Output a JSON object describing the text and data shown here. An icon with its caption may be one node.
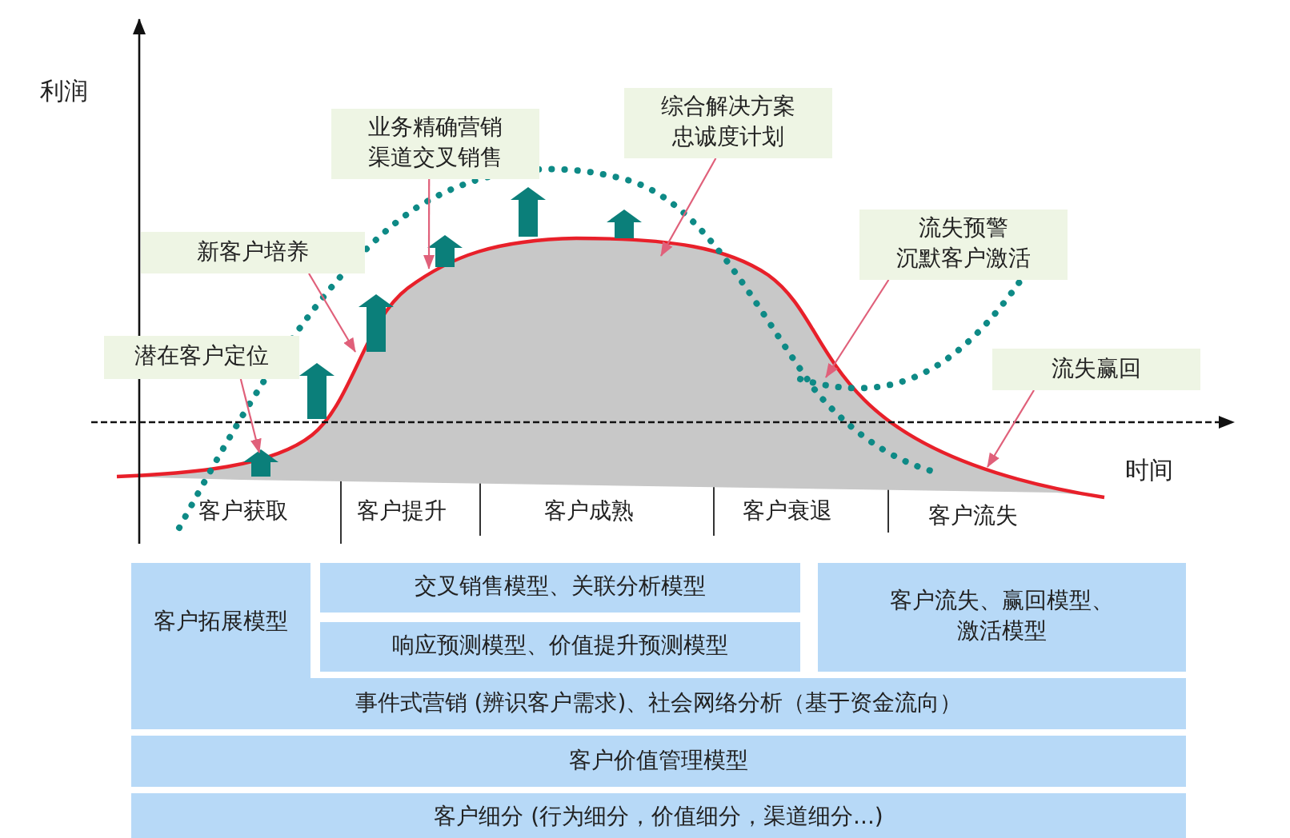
{
  "diagram": {
    "nodes": [
      {
        "text": [
          "潜在客户定位"
        ]
      },
      {
        "text": [
          "新客户培养"
        ]
      },
      {
        "text": [
          "业务精确营销渠道交叉销售"
        ]
      },
      {
        "text": [
          "综合解决方案忠诚度计划"
        ]
      },
      {
        "text": [
          "流失预警",
          "沉默客户激活"
        ]
      },
      {
        "text": [
          "流失赢回"
        ]
      },
      {
        "text": [
          "客户拓展模型"
        ]
      },
      {
        "text": [
          "交叉销售模型、关联分析模型"
        ]
      },
      {
        "text": [
          "响应预测模型、价值提升预测模型"
        ]
      },
      {
        "text": [
          "客户流失、赢回模型、激活模型"
        ]
      },
      {
        "text": [
          "事件式营销 (辨识客户需求)、社会网络分析（基于资金流向）"
        ]
      },
      {
        "text": [
          "客户价值管理模型"
        ]
      },
      {
        "text": [
          "客户细分 (行为细分，价值细分，渠道细分...)"
        ]
      }
    ],
    "edges": [
      {
        "from": 0,
        "to": null,
        "arrow": "to"
      },
      {
        "from": 1,
        "to": null,
        "arrow": "to"
      },
      {
        "from": 2,
        "to": null,
        "arrow": "to"
      },
      {
        "from": 3,
        "to": null,
        "arrow": "to"
      },
      {
        "from": 4,
        "to": null,
        "arrow": "to"
      },
      {
        "from": 5,
        "to": null,
        "arrow": "to"
      }
    ],
    "labels": [
      "利润",
      "时间",
      "客户获取",
      "客户提升",
      "客户成熟",
      "客户衰退",
      "客户流失"
    ]
  }
}
